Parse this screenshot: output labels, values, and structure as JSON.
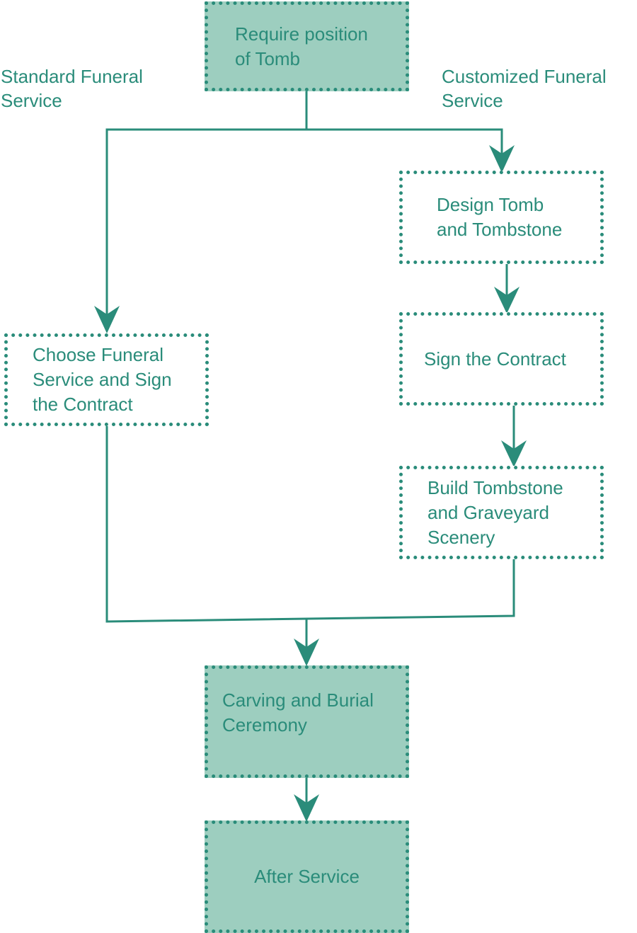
{
  "colors": {
    "accent": "#2a8c7a",
    "fill": "#9dcebf",
    "background": "#ffffff"
  },
  "branches": {
    "standard": "Standard Funeral\nService",
    "customized": "Customized Funeral\nService"
  },
  "nodes": {
    "require_position": "Require position\n of Tomb",
    "choose_service": "Choose Funeral\nService and Sign\nthe Contract",
    "design_tomb": "Design Tomb\nand Tombstone",
    "sign_contract": "Sign the Contract",
    "build_tombstone": "Build Tombstone\nand Graveyard\nScenery",
    "carving": "Carving and Burial\nCeremony",
    "after_service": "After Service"
  }
}
